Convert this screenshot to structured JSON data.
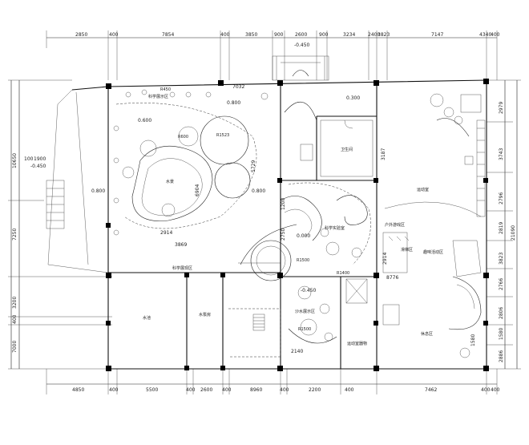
{
  "top_dims": [
    "2850",
    "400",
    "7854",
    "400",
    "3850",
    "900",
    "2600",
    "900",
    "3234",
    "2400",
    "3823",
    "7147",
    "4340",
    "400"
  ],
  "bottom_dims": [
    "4850",
    "400",
    "5500",
    "400",
    "2600",
    "400",
    "8960",
    "400",
    "2200",
    "400",
    "7462",
    "400",
    "400"
  ],
  "left_dims": [
    "10650",
    "100",
    "1900",
    "-0.450",
    "7250",
    "3200",
    "400",
    "7000"
  ],
  "right_dims": [
    "2979",
    "3743",
    "2796",
    "2819",
    "3823",
    "2766",
    "2806",
    "1580",
    "2886"
  ],
  "right_total": "21090",
  "room_labels": {
    "science_exhibit": "科学展示区",
    "toilet": "卫生间",
    "science_lab": "科学实验室",
    "science_display": "科学展现区",
    "water_pool": "水池",
    "machine_room": "水泵房",
    "sand_area": "沙水展示区",
    "sports_hall": "运动室",
    "sports_storage": "运动室器物",
    "outdoor_play": "户外游戏区",
    "slide_area": "滑梯区",
    "fun_area": "趣味活动区",
    "bench_area": "休息区",
    "water_feature": "水景"
  },
  "elevation_labels": [
    "-0.450",
    "0.800",
    "0.600",
    "0.800",
    "0.300",
    "0.000",
    "0.800",
    "-0.450"
  ],
  "radius_labels": [
    "R450",
    "R600",
    "R1523",
    "R1500",
    "R1500",
    "R1400"
  ],
  "misc_dims": [
    "6904",
    "5729",
    "3187",
    "1200",
    "2750",
    "7032",
    "8776",
    "2140",
    "3869",
    "2914",
    "1580"
  ]
}
